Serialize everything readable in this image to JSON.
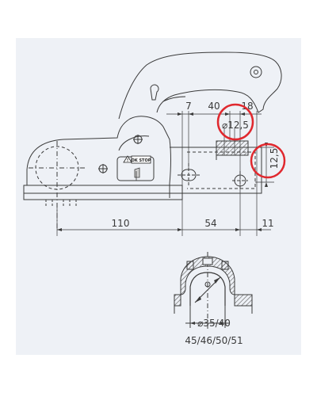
{
  "drawing": {
    "background": "#ffffff",
    "panel_color": "#eef1f6",
    "line_color": "#3a3a3a",
    "hatch_color": "#5a5a5a",
    "highlight_color": "#e0282e"
  },
  "top_view": {
    "dimensions": {
      "d7": "7",
      "d40": "40",
      "d18": "18",
      "hole_diameter": "⌀12,5",
      "vertical": "12,5",
      "d110": "110",
      "d54": "54",
      "d11": "11"
    },
    "warning_label": {
      "text": "OK STOP"
    }
  },
  "section_view": {
    "ball_diameter": "⌀35/40",
    "sizes": "45/46/50/51"
  }
}
